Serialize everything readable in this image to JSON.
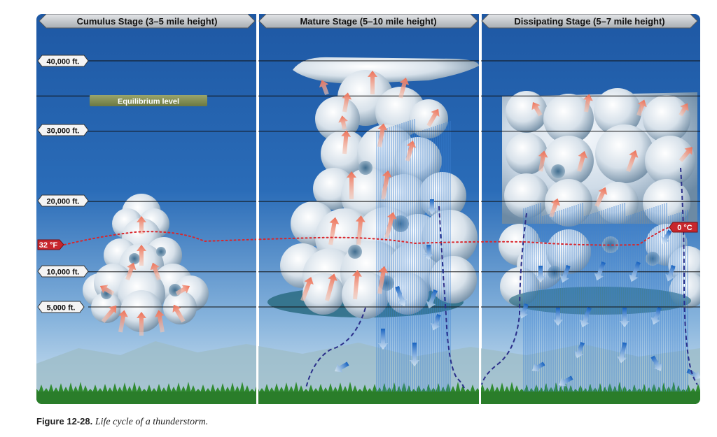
{
  "stages": [
    {
      "title": "Cumulus Stage (3–5 mile height)"
    },
    {
      "title": "Mature Stage (5–10 mile height)"
    },
    {
      "title": "Dissipating Stage (5–7 mile height)"
    }
  ],
  "altitudes": [
    {
      "label": "40,000 ft.",
      "value": 40000
    },
    {
      "label": "30,000 ft.",
      "value": 30000
    },
    {
      "label": "20,000 ft.",
      "value": 20000
    },
    {
      "label": "10,000 ft.",
      "value": 10000
    },
    {
      "label": "5,000 ft.",
      "value": 5000
    }
  ],
  "equilibrium": {
    "label": "Equilibrium level",
    "value": 35000
  },
  "freezing": {
    "left_label": "32 °F",
    "right_label": "0 °C"
  },
  "caption": {
    "number": "Figure 12-28.",
    "text": "Life cycle of a thunderstorm."
  },
  "colors": {
    "sky_top": "#1e5ca8",
    "sky_bottom": "#c8dff0",
    "header_bg": "#bfc3c7",
    "equilibrium_bg": "#7d8a55",
    "freezing_badge": "#c8262c",
    "updraft_arrow": "#f0907a",
    "downdraft_arrow": "#1f6fc8",
    "trees": "#2f8a2f"
  }
}
